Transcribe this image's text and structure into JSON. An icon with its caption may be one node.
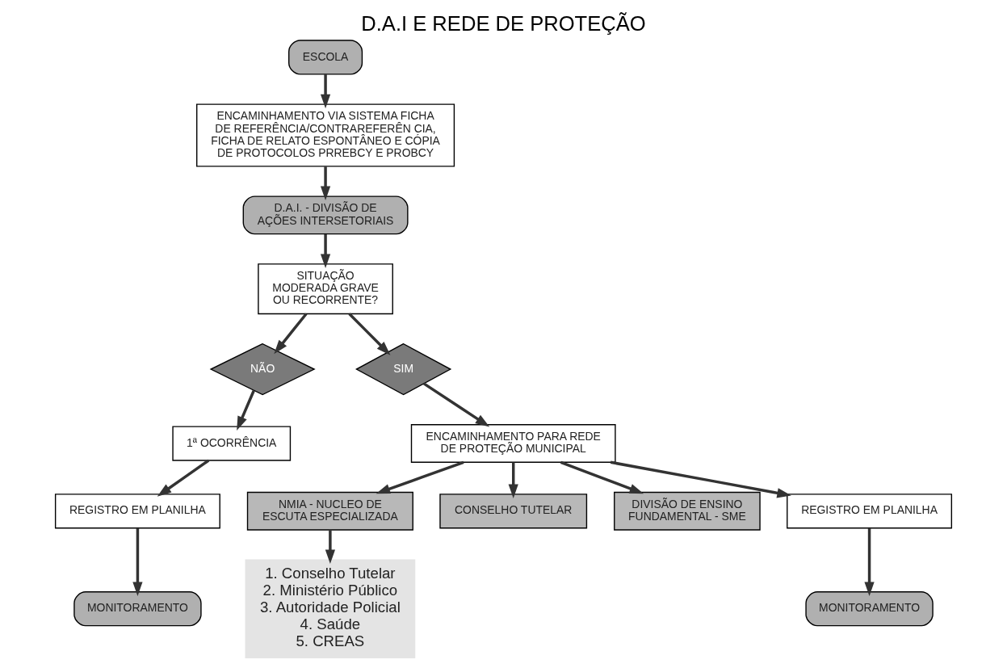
{
  "diagram": {
    "title": "D.A.I E REDE DE PROTEÇÃO",
    "nodes": [
      {
        "text": [
          "ESCOLA"
        ]
      },
      {
        "text": [
          "ENCAMINHAMENTO VIA SISTEMA FICHA DE REFERÊNCIA/CONTRAREFERÊN CIA, FICHA DE RELATO ESPONTÂNEO E CÓPIA DE PROTOCOLOS PRREBCY E PROBCY"
        ]
      },
      {
        "text": [
          "D.A.I. - DIVISÃO DE AÇÕES INTERSETORIAIS"
        ]
      },
      {
        "text": [
          "SITUAÇÃO MODERADA GRAVE OU RECORRENTE?"
        ]
      },
      {
        "text": [
          "NÃO"
        ]
      },
      {
        "text": [
          "SIM"
        ]
      },
      {
        "text": [
          "1ª OCORRÊNCIA"
        ]
      },
      {
        "text": [
          "REGISTRO EM PLANILHA"
        ]
      },
      {
        "text": [
          "MONITORAMENTO"
        ]
      },
      {
        "text": [
          "ENCAMINHAMENTO PARA REDE DE PROTEÇÃO MUNICIPAL"
        ]
      },
      {
        "text": [
          "NMIA - NUCLEO DE ESCUTA ESPECIALIZADA"
        ]
      },
      {
        "text": [
          "1. Conselho Tutelar",
          "2. Ministério Público",
          "3. Autoridade Policial",
          "4. Saúde",
          "5. CREAS"
        ]
      },
      {
        "text": [
          "CONSELHO TUTELAR"
        ]
      },
      {
        "text": [
          "DIVISÃO DE ENSINO FUNDAMENTAL - SME"
        ]
      },
      {
        "text": [
          "REGISTRO EM PLANILHA"
        ]
      },
      {
        "text": [
          "MONITORAMENTO"
        ]
      }
    ],
    "edges": [
      {
        "from": 0,
        "to": 1,
        "arrow": "to"
      },
      {
        "from": 1,
        "to": 2,
        "arrow": "to"
      },
      {
        "from": 2,
        "to": 3,
        "arrow": "to"
      },
      {
        "from": 3,
        "to": 4,
        "arrow": "to"
      },
      {
        "from": 3,
        "to": 5,
        "arrow": "to"
      },
      {
        "from": 4,
        "to": 6,
        "arrow": "to"
      },
      {
        "from": 6,
        "to": 7,
        "arrow": "to"
      },
      {
        "from": 7,
        "to": 8,
        "arrow": "to"
      },
      {
        "from": 5,
        "to": 9,
        "arrow": "to"
      },
      {
        "from": 9,
        "to": 10,
        "arrow": "to"
      },
      {
        "from": 10,
        "to": 11,
        "arrow": "to"
      },
      {
        "from": 9,
        "to": 12,
        "arrow": "to"
      },
      {
        "from": 9,
        "to": 13,
        "arrow": "to"
      },
      {
        "from": 9,
        "to": 14,
        "arrow": "to"
      },
      {
        "from": 14,
        "to": 15,
        "arrow": "to"
      }
    ]
  }
}
